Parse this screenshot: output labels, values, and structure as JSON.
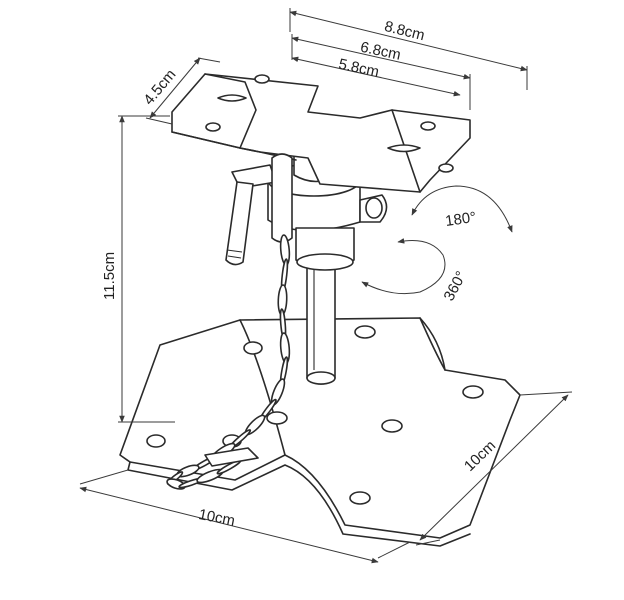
{
  "dimensions": {
    "overall_width": "8.8cm",
    "slot_spacing": "6.8cm",
    "inner_spacing": "5.8cm",
    "top_depth": "4.5cm",
    "height": "11.5cm",
    "base_width": "10cm",
    "base_depth": "10cm"
  },
  "rotations": {
    "tilt": "180°",
    "swivel": "360°"
  },
  "colors": {
    "line": "#2b2b2b",
    "background": "#ffffff"
  }
}
